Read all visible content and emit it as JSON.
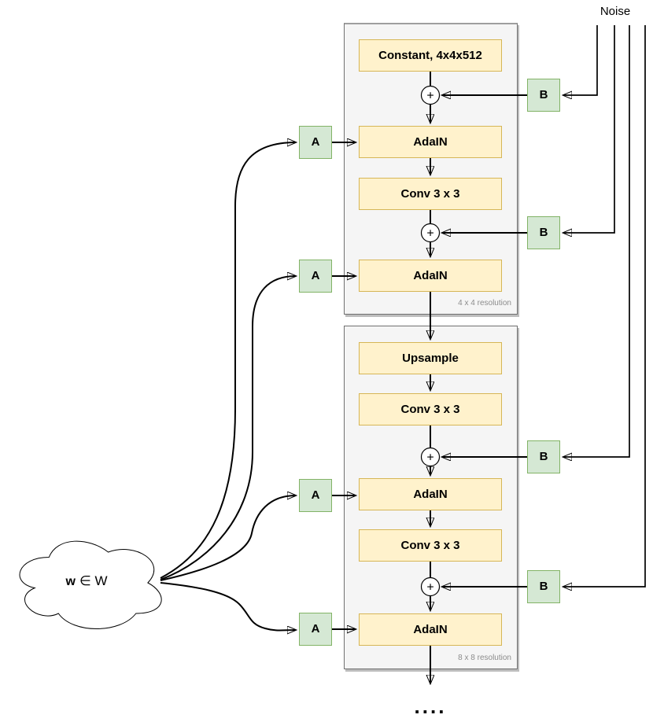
{
  "labels": {
    "noise": "Noise",
    "latent_var": "w",
    "latent_membership": "∈ W",
    "plus": "+",
    "ellipsis": "...."
  },
  "blocks": [
    {
      "resolution": "4 x 4 resolution",
      "layers": [
        {
          "label": "Constant, 4x4x512"
        },
        {
          "label": "AdaIN"
        },
        {
          "label": "Conv 3 x 3"
        },
        {
          "label": "AdaIN"
        }
      ]
    },
    {
      "resolution": "8 x 8 resolution",
      "layers": [
        {
          "label": "Upsample"
        },
        {
          "label": "Conv 3 x 3"
        },
        {
          "label": "AdaIN"
        },
        {
          "label": "Conv 3 x 3"
        },
        {
          "label": "AdaIN"
        }
      ]
    }
  ],
  "style_inputs": [
    {
      "label": "A"
    },
    {
      "label": "A"
    },
    {
      "label": "A"
    },
    {
      "label": "A"
    }
  ],
  "noise_inputs": [
    {
      "label": "B"
    },
    {
      "label": "B"
    },
    {
      "label": "B"
    },
    {
      "label": "B"
    }
  ],
  "colors": {
    "layer_fill": "#FFF2CC",
    "layer_border": "#D6B656",
    "input_fill": "#D5E8D4",
    "input_border": "#82B366",
    "block_fill": "#F5F5F5",
    "block_border": "#707070",
    "connector": "#000000",
    "resolution_text": "#8C8C8C"
  }
}
